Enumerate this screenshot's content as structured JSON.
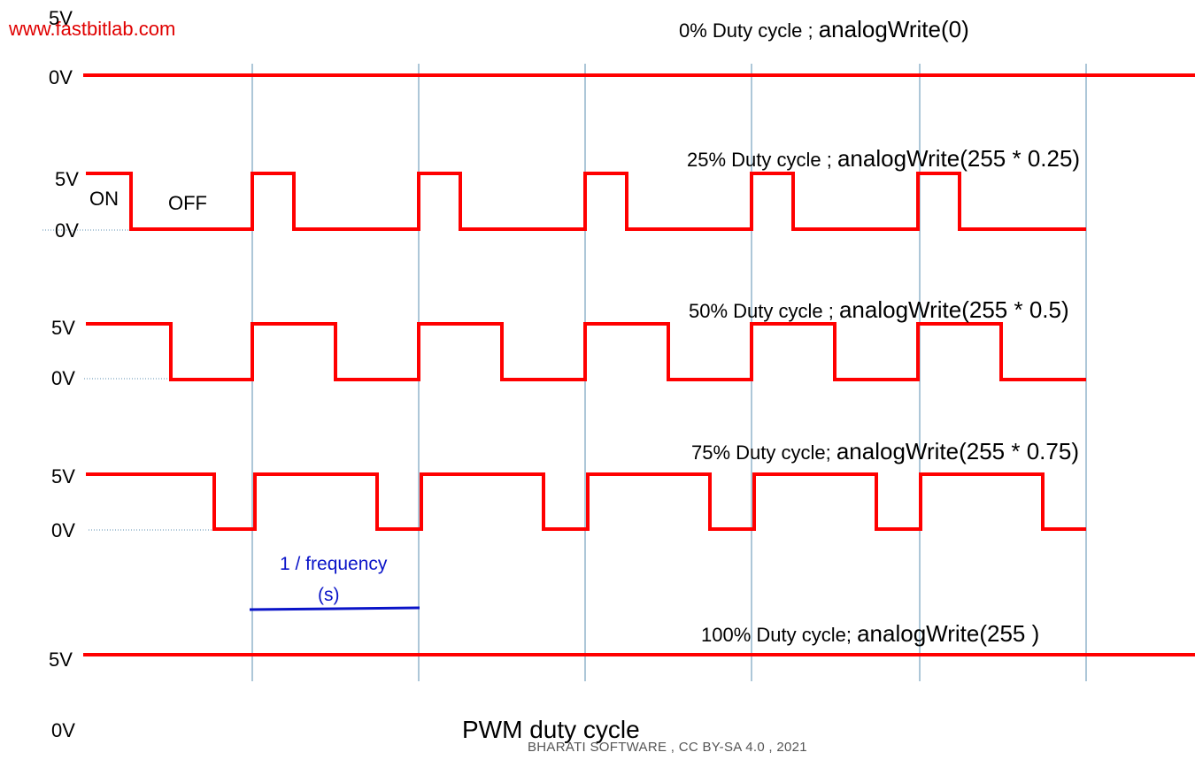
{
  "site": "www.fastbitlab.com",
  "credit": "BHARATI SOFTWARE , CC BY-SA 4.0 , 2021",
  "diagram_title": "PWM duty cycle",
  "period_label_line1": "1 / frequency",
  "period_label_line2": "(s)",
  "on_label": "ON",
  "off_label": "OFF",
  "colors": {
    "signal": "#ff0000",
    "grid": "#5b8fb0",
    "period": "#0a14c8",
    "site": "#e00000"
  },
  "rows": [
    {
      "duty": 0,
      "caption_a": "0% Duty cycle ; ",
      "caption_b": "analogWrite(0)",
      "high_label": "5V",
      "low_label": "0V"
    },
    {
      "duty": 0.25,
      "caption_a": "25% Duty cycle ; ",
      "caption_b": "analogWrite(255 * 0.25)",
      "high_label": "5V",
      "low_label": "0V"
    },
    {
      "duty": 0.5,
      "caption_a": "50% Duty cycle ; ",
      "caption_b": "analogWrite(255 * 0.5)",
      "high_label": "5V",
      "low_label": "0V"
    },
    {
      "duty": 0.75,
      "caption_a": "75% Duty cycle; ",
      "caption_b": "analogWrite(255 * 0.75)",
      "high_label": "5V",
      "low_label": "0V"
    },
    {
      "duty": 1,
      "caption_a": "100% Duty cycle; ",
      "caption_b": "analogWrite(255 )",
      "high_label": "5V",
      "low_label": "0V"
    }
  ]
}
